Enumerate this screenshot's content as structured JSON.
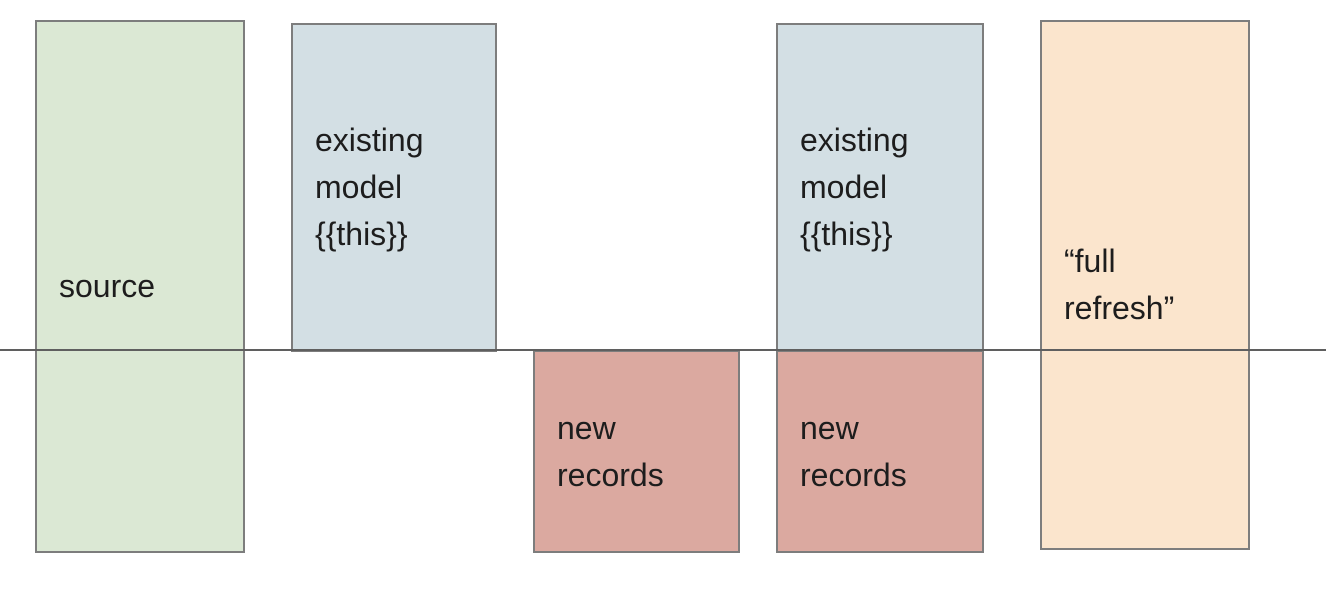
{
  "diagram": {
    "divider": {
      "color": "#5f5f5f"
    },
    "box_border_color": "#7d7d7d",
    "text_color": "#1d1d1d",
    "background_color": "#ffffff",
    "boxes": {
      "source": {
        "label": "source",
        "fill": "#dbe8d4"
      },
      "existing_model_left": {
        "label": "existing\nmodel\n{{this}}",
        "fill": "#d3dfe4"
      },
      "new_records_left": {
        "label": "new\nrecords",
        "fill": "#dba9a0"
      },
      "existing_model_right": {
        "label": "existing\nmodel\n{{this}}",
        "fill": "#d3dfe4"
      },
      "new_records_right": {
        "label": "new\nrecords",
        "fill": "#dba9a0"
      },
      "full_refresh": {
        "label": "“full\nrefresh”",
        "fill": "#fbe5cd"
      }
    }
  }
}
